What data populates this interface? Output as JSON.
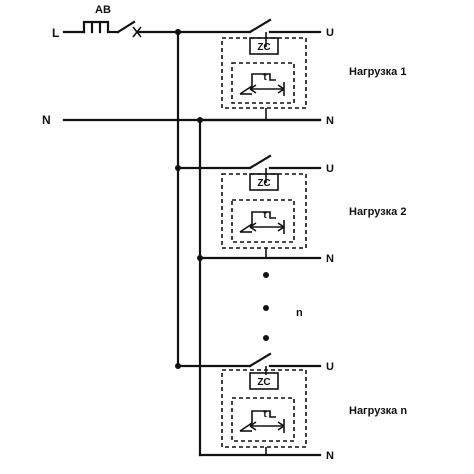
{
  "labels": {
    "line": "L",
    "breaker": "AB",
    "neutral": "N",
    "n_count": "n"
  },
  "loads": [
    {
      "name": "Нагрузка 1",
      "out_phase": "U",
      "out_neutral": "N",
      "zc": "ZC",
      "timer": "t"
    },
    {
      "name": "Нагрузка 2",
      "out_phase": "U",
      "out_neutral": "N",
      "zc": "ZC",
      "timer": "t"
    },
    {
      "name": "Нагрузка n",
      "out_phase": "U",
      "out_neutral": "N",
      "zc": "ZC",
      "timer": "t"
    }
  ],
  "colors": {
    "line": "#111111",
    "background": "#ffffff"
  }
}
